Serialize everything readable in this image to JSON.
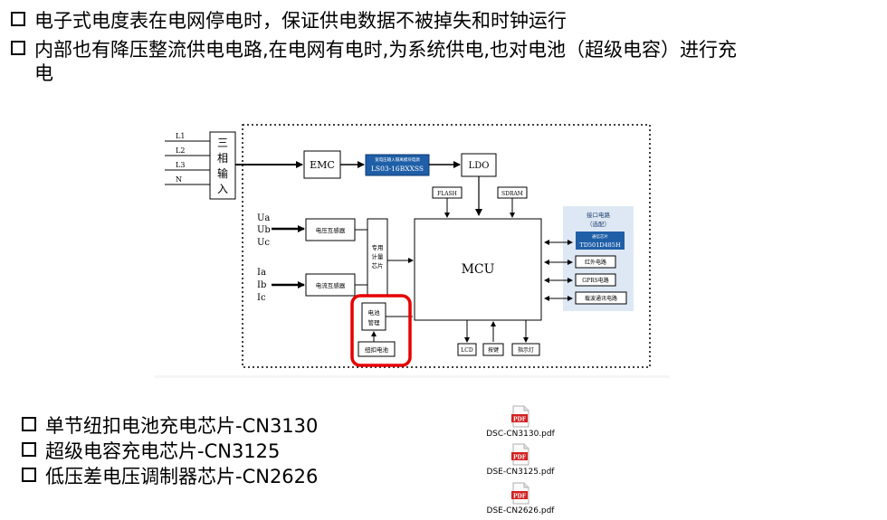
{
  "bullets_top": [
    {
      "text": "电子式电度表在电网停电时，保证供电数据不被掉失和时钟运行"
    },
    {
      "line1": "内部也有降压整流供电电路,在电网有电时,为系统供电,也对电池（超级电容）进行充",
      "line2": "电"
    }
  ],
  "diagram": {
    "inputs": [
      "L1",
      "L2",
      "L3",
      "N"
    ],
    "three_phase_input": [
      "三",
      "相",
      "输",
      "入"
    ],
    "emc": "EMC",
    "power_module": {
      "small": "宽电压输入隔离模块电源",
      "model": "LS03-16BXXSS"
    },
    "ldo": "LDO",
    "flash": "FLASH",
    "sdram": "SDRAM",
    "mcu": "MCU",
    "voltage_inputs": [
      "Ua",
      "Ub",
      "Uc"
    ],
    "current_inputs": [
      "Ia",
      "Ib",
      "Ic"
    ],
    "voltage_transformer": "电压互感器",
    "current_transformer": "电流互感器",
    "metering_chip": [
      "专用",
      "计量",
      "芯片"
    ],
    "battery_mgmt": [
      "电池",
      "管理"
    ],
    "button_cell": "纽扣电池",
    "interface_panel": {
      "title": [
        "接口电路",
        "（选配）"
      ],
      "comm_chip": {
        "small": "通信芯片",
        "model": "TD501D485H"
      },
      "items": [
        "红外电路",
        "GPRS电路",
        "载波通讯电路"
      ]
    },
    "bottom": [
      "LCD",
      "按键",
      "指示灯"
    ],
    "colors": {
      "highlight": "#e60000",
      "module_blue": "#1f5fa8",
      "panel_bg": "#dde8f4"
    }
  },
  "bullets_bottom": [
    {
      "text": "单节纽扣电池充电芯片-CN3130"
    },
    {
      "text": "超级电容充电芯片-CN3125"
    },
    {
      "text": "低压差电压调制器芯片-CN2626"
    }
  ],
  "files": [
    {
      "icon": "PDF",
      "name": "DSC-CN3130.pdf"
    },
    {
      "icon": "PDF",
      "name": "DSE-CN3125.pdf"
    },
    {
      "icon": "PDF",
      "name": "DSE-CN2626.pdf"
    }
  ]
}
